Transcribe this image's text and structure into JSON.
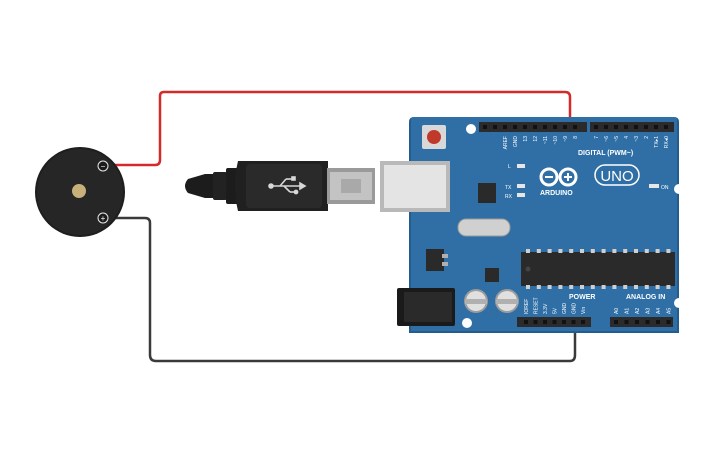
{
  "components": {
    "buzzer": {
      "minus_label": "−",
      "plus_label": "+"
    },
    "usb_cable": {
      "icon": "usb-icon"
    },
    "arduino": {
      "brand": "ARDUINO",
      "model": "UNO",
      "digital_header_label": "DIGITAL (PWM~)",
      "power_header_label": "POWER",
      "analog_header_label": "ANALOG IN",
      "led_l": "L",
      "led_tx": "TX",
      "led_rx": "RX",
      "led_on": "ON",
      "digital_pins": [
        "AREF",
        "GND",
        "13",
        "12",
        "~11",
        "~10",
        "~9",
        "8",
        "7",
        "~6",
        "~5",
        "4",
        "~3",
        "2",
        "TX▸1",
        "RX◂0"
      ],
      "power_pins": [
        "IOREF",
        "RESET",
        "3.3V",
        "5V",
        "GND",
        "GND",
        "Vin"
      ],
      "analog_pins": [
        "A0",
        "A1",
        "A2",
        "A3",
        "A4",
        "A5"
      ]
    }
  },
  "wires": [
    {
      "from": "buzzer-minus",
      "to": "pin-9",
      "color": "#d42a2a"
    },
    {
      "from": "buzzer-plus",
      "to": "gnd",
      "color": "#3a3a3a"
    }
  ],
  "colors": {
    "board": "#2f6fa6",
    "board_edge": "#245c8d",
    "header": "#2b2b2b",
    "red_wire": "#d42a2a",
    "black_wire": "#3a3a3a"
  }
}
